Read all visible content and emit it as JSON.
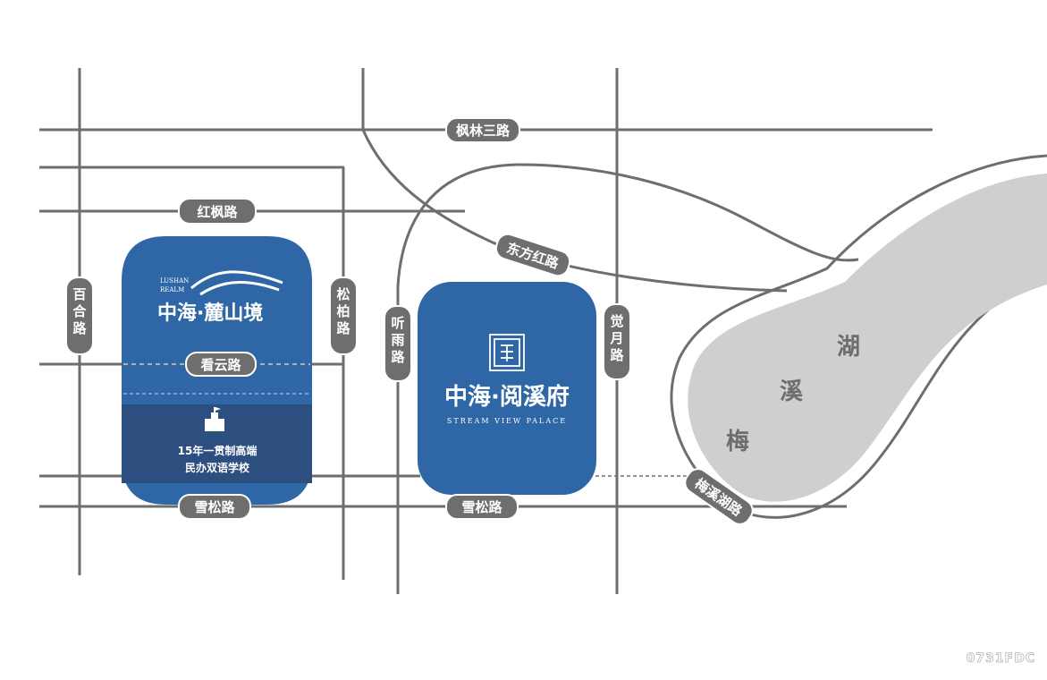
{
  "roads": {
    "fenglin_san": "枫林三路",
    "hongfeng": "红枫路",
    "dongfanghong": "东方红路",
    "baihe": "百合路",
    "songbai": "松柏路",
    "tingyu": "听雨路",
    "jueyue": "觉月路",
    "kanyun": "看云路",
    "xuesong_left": "雪松路",
    "xuesong_right": "雪松路",
    "meixi_lake_road": "梅溪湖路"
  },
  "lake": {
    "chars": [
      "湖",
      "溪",
      "梅"
    ]
  },
  "projects": {
    "lushan": {
      "brand_cn": "中海·麓山境",
      "brand_en_line1": "LUSHAN",
      "brand_en_line2": "REALM"
    },
    "yuexi": {
      "brand_cn": "中海·阅溪府",
      "brand_en": "STREAM VIEW PALACE"
    }
  },
  "school": {
    "line1": "15年一贯制高端",
    "line2": "民办双语学校"
  },
  "watermark": "0731FDC",
  "colors": {
    "road_line": "#6e6e6e",
    "label_bg": "#6e6e6e",
    "lake_fill": "#cfcfcf",
    "project_blue": "#2f67a6",
    "school_blue": "#2c4f80"
  }
}
